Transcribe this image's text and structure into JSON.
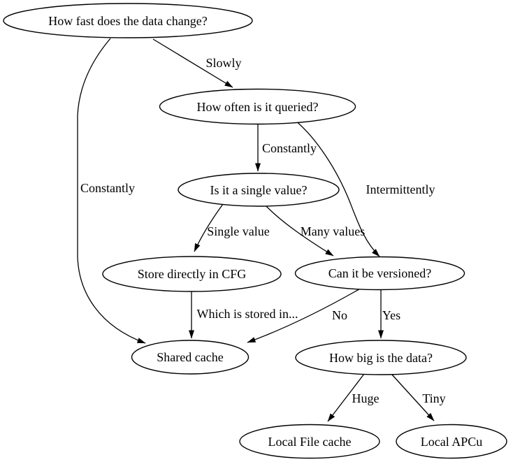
{
  "colors": {
    "background": "#ffffff",
    "node_fill": "#ffffff",
    "stroke": "#000000",
    "text": "#000000"
  },
  "nodes": {
    "how_fast": {
      "label": "How fast does the data change?"
    },
    "how_often": {
      "label": "How often is it queried?"
    },
    "single_value": {
      "label": "Is it a single value?"
    },
    "store_cfg": {
      "label": "Store directly in CFG"
    },
    "versioned": {
      "label": "Can it be versioned?"
    },
    "shared_cache": {
      "label": "Shared cache"
    },
    "how_big": {
      "label": "How big is the data?"
    },
    "local_file": {
      "label": "Local File cache"
    },
    "local_apcu": {
      "label": "Local APCu"
    }
  },
  "edges": {
    "slowly": {
      "from": "How fast does the data change?",
      "to": "How often is it queried?",
      "label": "Slowly"
    },
    "constantly_to_shared": {
      "from": "How fast does the data change?",
      "to": "Shared cache",
      "label": "Constantly"
    },
    "constantly_to_single": {
      "from": "How often is it queried?",
      "to": "Is it a single value?",
      "label": "Constantly"
    },
    "intermittently": {
      "from": "How often is it queried?",
      "to": "Can it be versioned?",
      "label": "Intermittently"
    },
    "single_value": {
      "from": "Is it a single value?",
      "to": "Store directly in CFG",
      "label": "Single value"
    },
    "many_values": {
      "from": "Is it a single value?",
      "to": "Can it be versioned?",
      "label": "Many values"
    },
    "stored_in": {
      "from": "Store directly in CFG",
      "to": "Shared cache",
      "label": "Which is stored in..."
    },
    "no": {
      "from": "Can it be versioned?",
      "to": "Shared cache",
      "label": "No"
    },
    "yes": {
      "from": "Can it be versioned?",
      "to": "How big is the data?",
      "label": "Yes"
    },
    "huge": {
      "from": "How big is the data?",
      "to": "Local File cache",
      "label": "Huge"
    },
    "tiny": {
      "from": "How big is the data?",
      "to": "Local APCu",
      "label": "Tiny"
    }
  }
}
